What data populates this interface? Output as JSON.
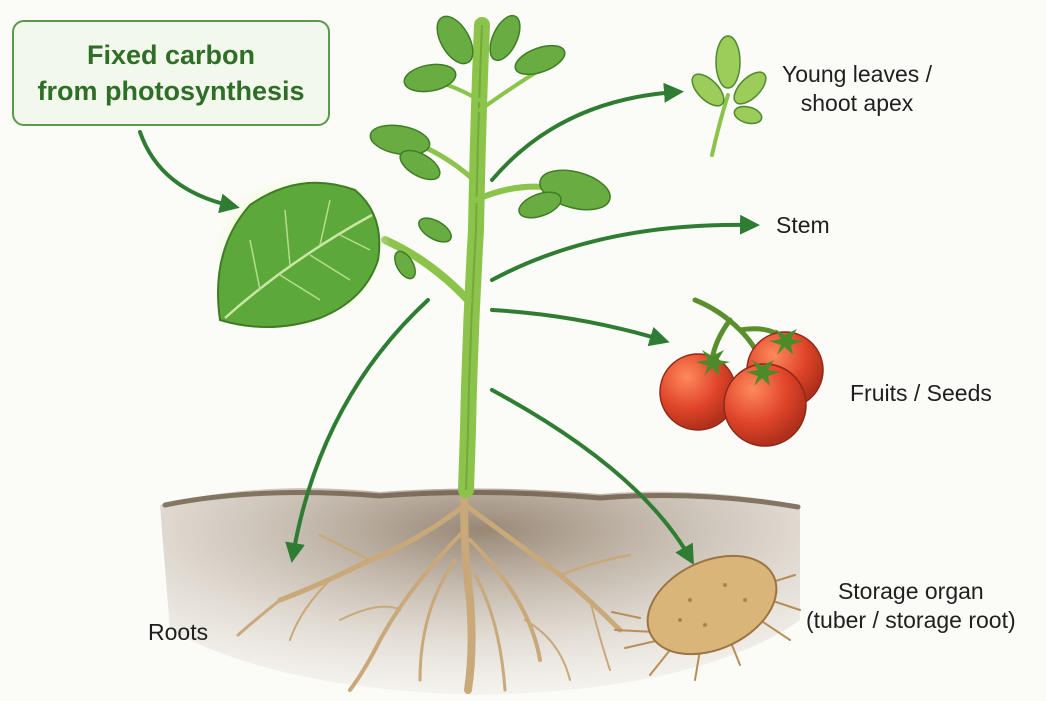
{
  "source": {
    "line1": "Fixed carbon",
    "line2": "from photosynthesis"
  },
  "sinks": {
    "young_leaves": {
      "line1": "Young leaves /",
      "line2": "shoot apex"
    },
    "stem": "Stem",
    "fruits": "Fruits / Seeds",
    "storage": {
      "line1": "Storage organ",
      "line2": "(tuber / storage root)"
    },
    "roots": "Roots"
  },
  "colors": {
    "arrow": "#2e7d32",
    "source_border": "#5b9a4a",
    "source_text": "#2f6e27",
    "leaf": "#5da83a",
    "stem": "#8cc34a",
    "soil": "#8a7560",
    "root": "#c9a87a",
    "tomato": "#e0452a",
    "tuber": "#d9b57a"
  }
}
